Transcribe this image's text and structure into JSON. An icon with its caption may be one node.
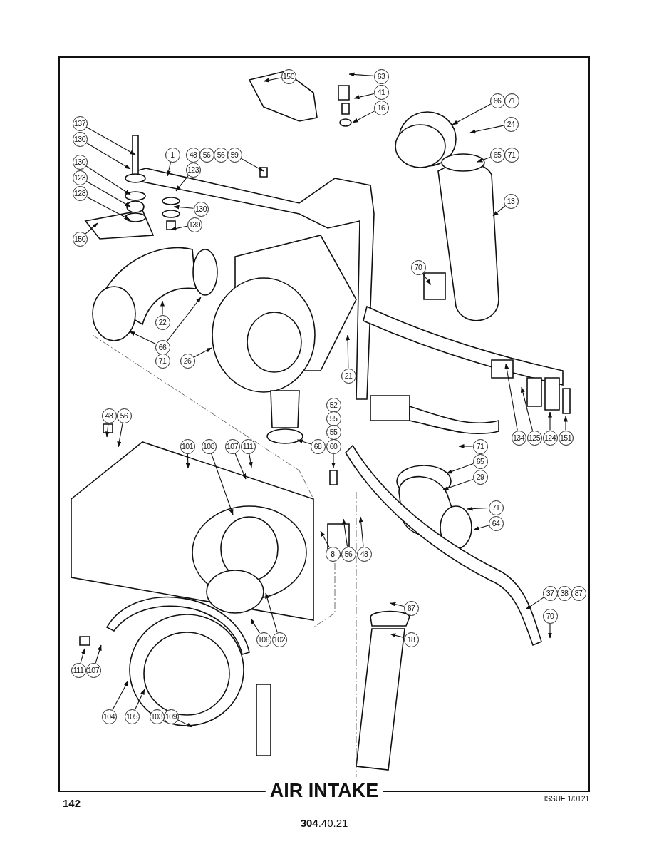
{
  "diagram": {
    "title": "AIR INTAKE",
    "nodes": [
      {
        "text": [
          "150"
        ]
      },
      {
        "text": [
          "63"
        ]
      },
      {
        "text": [
          "41"
        ]
      },
      {
        "text": [
          "16"
        ]
      },
      {
        "text": [
          "66"
        ]
      },
      {
        "text": [
          "71"
        ]
      },
      {
        "text": [
          "137"
        ]
      },
      {
        "text": [
          "24"
        ]
      },
      {
        "text": [
          "130"
        ]
      },
      {
        "text": [
          "1"
        ]
      },
      {
        "text": [
          "48"
        ]
      },
      {
        "text": [
          "56"
        ]
      },
      {
        "text": [
          "56"
        ]
      },
      {
        "text": [
          "59"
        ]
      },
      {
        "text": [
          "65"
        ]
      },
      {
        "text": [
          "71"
        ]
      },
      {
        "text": [
          "130"
        ]
      },
      {
        "text": [
          "123"
        ]
      },
      {
        "text": [
          "123"
        ]
      },
      {
        "text": [
          "128"
        ]
      },
      {
        "text": [
          "13"
        ]
      },
      {
        "text": [
          "130"
        ]
      },
      {
        "text": [
          "139"
        ]
      },
      {
        "text": [
          "150"
        ]
      },
      {
        "text": [
          "70"
        ]
      },
      {
        "text": [
          "22"
        ]
      },
      {
        "text": [
          "66"
        ]
      },
      {
        "text": [
          "71"
        ]
      },
      {
        "text": [
          "26"
        ]
      },
      {
        "text": [
          "21"
        ]
      },
      {
        "text": [
          "52"
        ]
      },
      {
        "text": [
          "55"
        ]
      },
      {
        "text": [
          "55"
        ]
      },
      {
        "text": [
          "48"
        ]
      },
      {
        "text": [
          "56"
        ]
      },
      {
        "text": [
          "134"
        ]
      },
      {
        "text": [
          "125"
        ]
      },
      {
        "text": [
          "124"
        ]
      },
      {
        "text": [
          "151"
        ]
      },
      {
        "text": [
          "101"
        ]
      },
      {
        "text": [
          "108"
        ]
      },
      {
        "text": [
          "107"
        ]
      },
      {
        "text": [
          "111"
        ]
      },
      {
        "text": [
          "68"
        ]
      },
      {
        "text": [
          "60"
        ]
      },
      {
        "text": [
          "71"
        ]
      },
      {
        "text": [
          "65"
        ]
      },
      {
        "text": [
          "29"
        ]
      },
      {
        "text": [
          "71"
        ]
      },
      {
        "text": [
          "64"
        ]
      },
      {
        "text": [
          "8"
        ]
      },
      {
        "text": [
          "56"
        ]
      },
      {
        "text": [
          "48"
        ]
      },
      {
        "text": [
          "37"
        ]
      },
      {
        "text": [
          "38"
        ]
      },
      {
        "text": [
          "87"
        ]
      },
      {
        "text": [
          "67"
        ]
      },
      {
        "text": [
          "70"
        ]
      },
      {
        "text": [
          "106"
        ]
      },
      {
        "text": [
          "102"
        ]
      },
      {
        "text": [
          "18"
        ]
      },
      {
        "text": [
          "111"
        ]
      },
      {
        "text": [
          "107"
        ]
      },
      {
        "text": [
          "104"
        ]
      },
      {
        "text": [
          "105"
        ]
      },
      {
        "text": [
          "103"
        ]
      },
      {
        "text": [
          "109"
        ]
      }
    ],
    "edges": [
      {
        "from": 0,
        "to": null,
        "arrow": "to"
      },
      {
        "from": 1,
        "to": null,
        "arrow": "to"
      },
      {
        "from": 2,
        "to": null,
        "arrow": "to"
      },
      {
        "from": 3,
        "to": null,
        "arrow": "to"
      },
      {
        "from": 4,
        "to": null,
        "arrow": "to"
      },
      {
        "from": 6,
        "to": null,
        "arrow": "to"
      },
      {
        "from": 7,
        "to": null,
        "arrow": "to"
      },
      {
        "from": 8,
        "to": null,
        "arrow": "to"
      },
      {
        "from": 9,
        "to": null,
        "arrow": "to"
      },
      {
        "from": 13,
        "to": null,
        "arrow": "to"
      },
      {
        "from": 14,
        "to": null,
        "arrow": "to"
      },
      {
        "from": 16,
        "to": null,
        "arrow": "to"
      },
      {
        "from": 17,
        "to": null,
        "arrow": "to"
      },
      {
        "from": 18,
        "to": null,
        "arrow": "to"
      },
      {
        "from": 19,
        "to": null,
        "arrow": "to"
      },
      {
        "from": 20,
        "to": null,
        "arrow": "to"
      },
      {
        "from": 21,
        "to": null,
        "arrow": "to"
      },
      {
        "from": 22,
        "to": null,
        "arrow": "to"
      },
      {
        "from": 23,
        "to": null,
        "arrow": "to"
      },
      {
        "from": 24,
        "to": null,
        "arrow": "to"
      },
      {
        "from": 25,
        "to": null,
        "arrow": "to"
      },
      {
        "from": 26,
        "to": null,
        "arrow": "to"
      },
      {
        "from": 26,
        "to": null,
        "arrow": "to"
      },
      {
        "from": 28,
        "to": null,
        "arrow": "to"
      },
      {
        "from": 29,
        "to": null,
        "arrow": "to"
      },
      {
        "from": 44,
        "to": null,
        "arrow": "to"
      },
      {
        "from": 33,
        "to": null,
        "arrow": "to"
      },
      {
        "from": 34,
        "to": null,
        "arrow": "to"
      },
      {
        "from": 35,
        "to": null,
        "arrow": "to"
      },
      {
        "from": 36,
        "to": null,
        "arrow": "to"
      },
      {
        "from": 37,
        "to": null,
        "arrow": "to"
      },
      {
        "from": 38,
        "to": null,
        "arrow": "to"
      },
      {
        "from": 39,
        "to": null,
        "arrow": "to"
      },
      {
        "from": 40,
        "to": null,
        "arrow": "to"
      },
      {
        "from": 41,
        "to": null,
        "arrow": "to"
      },
      {
        "from": 42,
        "to": null,
        "arrow": "to"
      },
      {
        "from": 43,
        "to": null,
        "arrow": "to"
      },
      {
        "from": 45,
        "to": null,
        "arrow": "to"
      },
      {
        "from": 46,
        "to": null,
        "arrow": "to"
      },
      {
        "from": 47,
        "to": null,
        "arrow": "to"
      },
      {
        "from": 48,
        "to": null,
        "arrow": "to"
      },
      {
        "from": 49,
        "to": null,
        "arrow": "to"
      },
      {
        "from": 50,
        "to": null,
        "arrow": "to"
      },
      {
        "from": 51,
        "to": null,
        "arrow": "to"
      },
      {
        "from": 52,
        "to": null,
        "arrow": "to"
      },
      {
        "from": 53,
        "to": null,
        "arrow": "to"
      },
      {
        "from": 56,
        "to": null,
        "arrow": "to"
      },
      {
        "from": 57,
        "to": null,
        "arrow": "to"
      },
      {
        "from": 58,
        "to": null,
        "arrow": "to"
      },
      {
        "from": 59,
        "to": null,
        "arrow": "to"
      },
      {
        "from": 60,
        "to": null,
        "arrow": "to"
      },
      {
        "from": 61,
        "to": null,
        "arrow": "to"
      },
      {
        "from": 62,
        "to": null,
        "arrow": "to"
      },
      {
        "from": 63,
        "to": null,
        "arrow": "to"
      },
      {
        "from": 64,
        "to": null,
        "arrow": "to"
      },
      {
        "from": 66,
        "to": null,
        "arrow": "to"
      }
    ],
    "labels": [
      "142",
      "ISSUE 1/0121",
      "**304**.40.21"
    ]
  }
}
